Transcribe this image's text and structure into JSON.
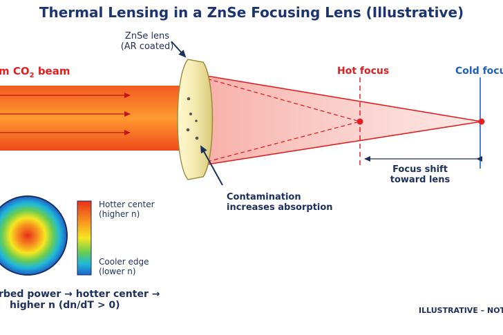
{
  "title": "Thermal Lensing in a ZnSe Focusing Lens (Illustrative)",
  "beam_label": "m CO",
  "beam_label_sub": "2",
  "beam_label_tail": " beam",
  "lens_label": [
    "ZnSe lens",
    "(AR coated)"
  ],
  "hot_focus_label": "Hot focus",
  "cold_focus_label": "Cold focus",
  "focus_shift_label": [
    "Focus shift",
    "toward lens"
  ],
  "contamination_label": [
    "Contamination",
    "increases absorption"
  ],
  "colorbar_top_label": [
    "Hotter center",
    "(higher n)"
  ],
  "colorbar_bottom_label": [
    "Cooler edge",
    "(lower n)"
  ],
  "caption": [
    "rbed power → hotter center →",
    "higher n (dn/dT > 0)"
  ],
  "watermark": "ILLUSTRATIVE – NOT T",
  "colors": {
    "title": "#1c3470",
    "navy_text": "#1c2f5e",
    "hot_red": "#e02020",
    "cold_blue": "#1f5fbf",
    "beam_outer": "#f4511e",
    "beam_inner": "#ffb040",
    "lens_fill": "#f0e6a8",
    "lens_edge": "#9c8a3c",
    "cone_fill": "#f9c9c4",
    "arrow_navy": "#1c2f5e"
  }
}
